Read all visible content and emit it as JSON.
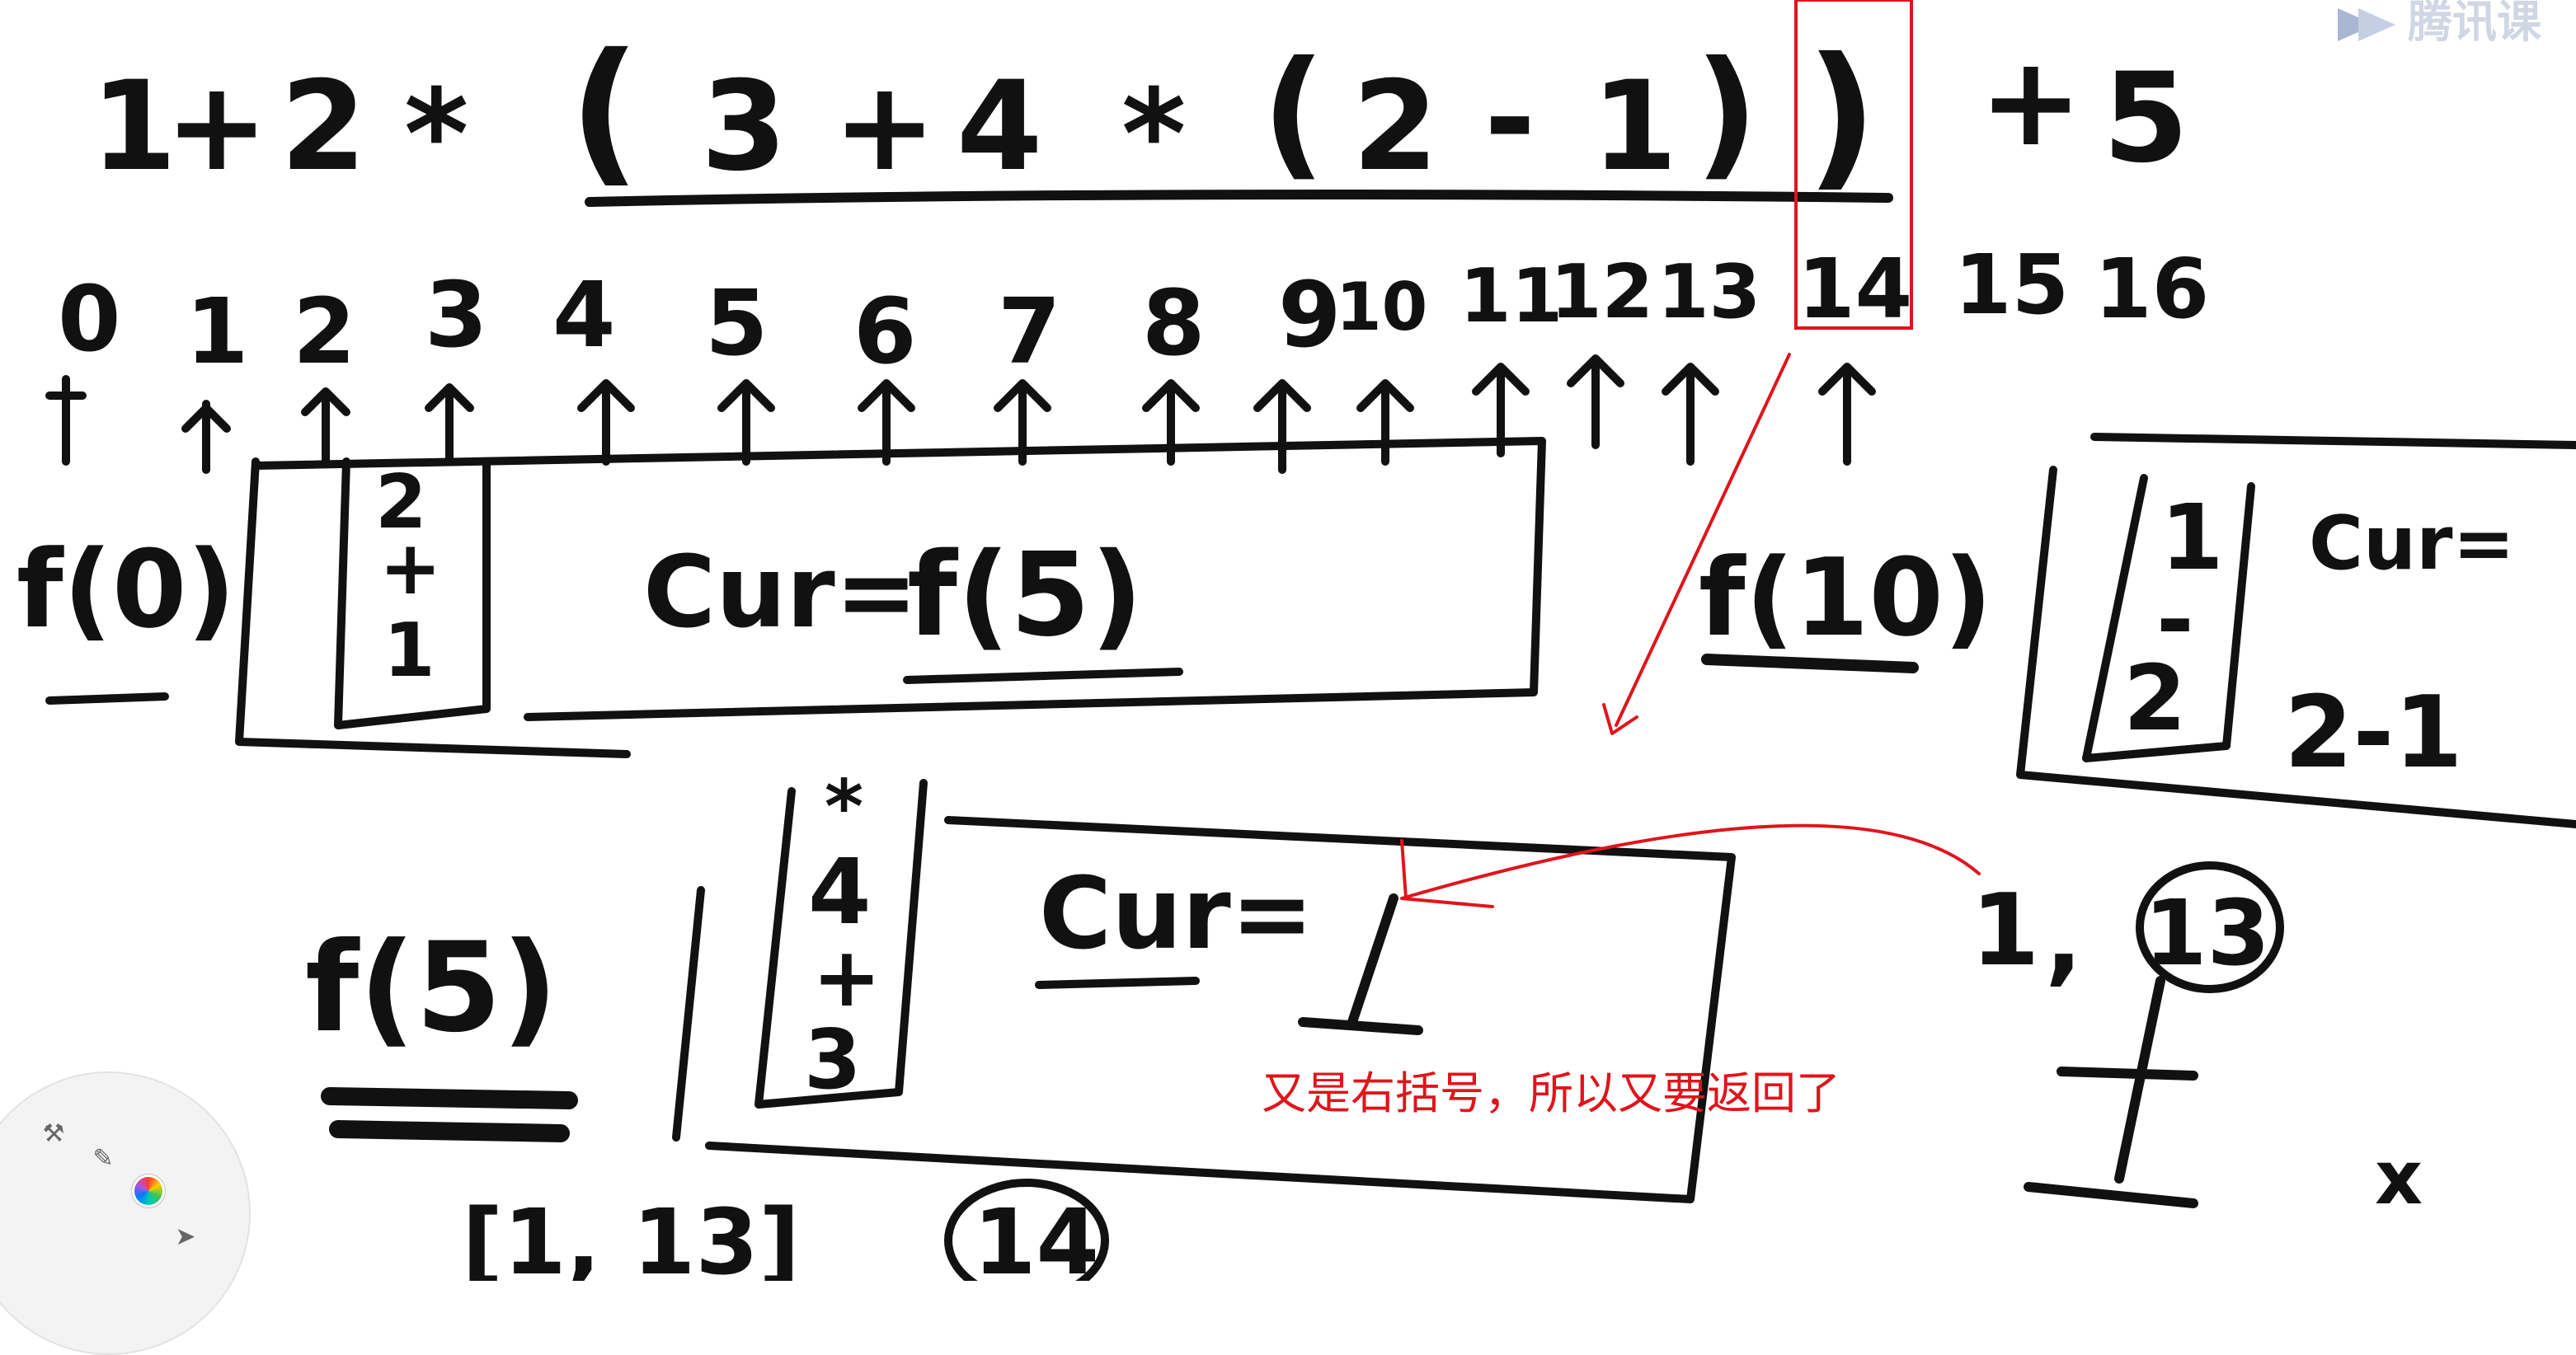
{
  "board": {
    "expression": {
      "tokens": [
        "1",
        "+",
        "2",
        "*",
        "(",
        "3",
        "+",
        "4",
        "*",
        "(",
        "2",
        "-",
        "1",
        ")",
        ")",
        "+",
        "5"
      ]
    },
    "index_row": [
      "0",
      "1",
      "2",
      "3",
      "4",
      "5",
      "6",
      "7",
      "8",
      "9",
      "10",
      "11",
      "12",
      "13",
      "14",
      "15",
      "16"
    ],
    "frame_f0": {
      "call": "f(0)",
      "stack": [
        "2",
        "+",
        "1"
      ],
      "cur_label": "Cur=",
      "cur_value": "f(5)"
    },
    "frame_f10": {
      "call": "f(10)",
      "stack": [
        "1",
        "-",
        "2"
      ],
      "cur_label": "Cur=",
      "cur_value": "2-1"
    },
    "frame_f5": {
      "call": "f(5)",
      "stack": [
        "*",
        "4",
        "+",
        "3"
      ],
      "cur_label": "Cur="
    },
    "return_f10": {
      "value": "1",
      "sep": ",",
      "index": "13"
    },
    "return_f5": {
      "value": "[1, 13]",
      "index": "14"
    },
    "annotation": "又是右括号，所以又要返回了",
    "highlight_index": "14",
    "mark_x": "x"
  },
  "watermark": {
    "text": "腾讯课"
  },
  "toolbar": {
    "tools": [
      "hammer-tool",
      "brush-tool",
      "color-picker",
      "pointer-tool"
    ]
  },
  "colors": {
    "ink": "#111111",
    "annotation": "#e0141c",
    "background": "#ffffff"
  }
}
